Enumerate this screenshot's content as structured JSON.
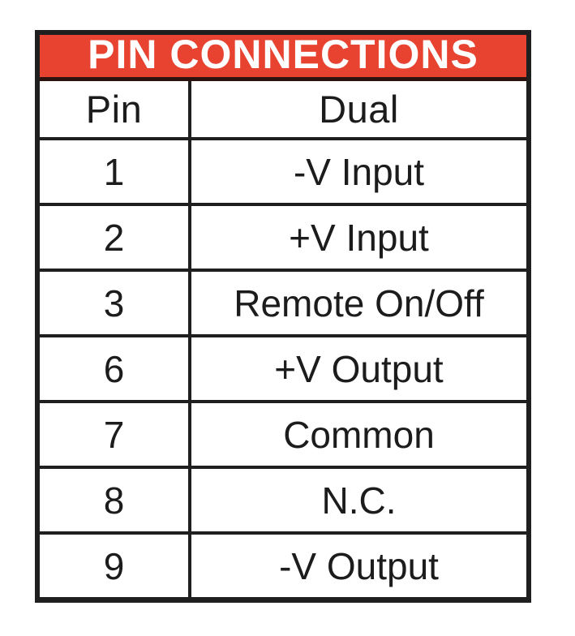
{
  "table": {
    "title": "PIN CONNECTIONS",
    "columns": {
      "pin": "Pin",
      "dual": "Dual"
    },
    "rows": [
      {
        "pin": "1",
        "dual": "-V Input"
      },
      {
        "pin": "2",
        "dual": "+V Input"
      },
      {
        "pin": "3",
        "dual": "Remote On/Off"
      },
      {
        "pin": "6",
        "dual": "+V Output"
      },
      {
        "pin": "7",
        "dual": "Common"
      },
      {
        "pin": "8",
        "dual": "N.C."
      },
      {
        "pin": "9",
        "dual": "-V Output"
      }
    ]
  },
  "colors": {
    "header_red": "#e84330",
    "border": "#1f1f1f",
    "text": "#1c1c1c",
    "title_text": "#ffffff"
  }
}
